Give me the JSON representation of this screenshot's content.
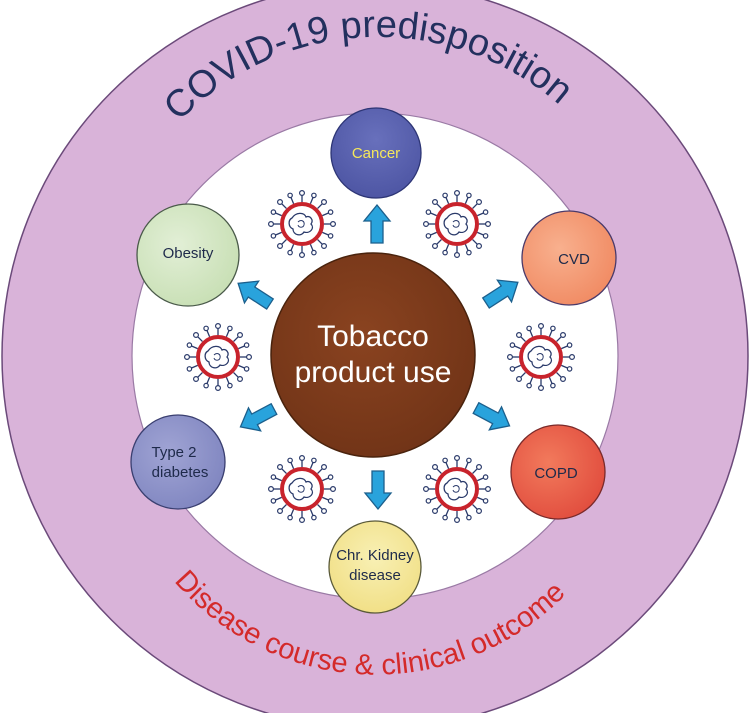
{
  "outer_ring": {
    "top_label": "COVID-19 predisposition",
    "bottom_label": "Disease course & clinical outcomes"
  },
  "center": {
    "line1": "Tobacco",
    "line2": "product use"
  },
  "nodes": {
    "cancer": {
      "line1": "Cancer"
    },
    "cvd": {
      "line1": "CVD"
    },
    "copd": {
      "line1": "COPD"
    },
    "ckd": {
      "line1": "Chr. Kidney",
      "line2": "disease"
    },
    "t2d": {
      "line1": "Type 2",
      "line2": "diabetes"
    },
    "obesity": {
      "line1": "Obesity"
    }
  },
  "colors": {
    "outer_ring": "#d9b3d9",
    "inner_disc": "#ffffff",
    "center": "#7b3a1a",
    "arrow": "#29a3dc",
    "virus": "#c8232c",
    "cancer": "#5a62b0",
    "cvd": "#f59a72",
    "copd": "#ea5a42",
    "ckd": "#f5e89a",
    "t2d": "#8e92c8",
    "obesity": "#d2e6c2"
  },
  "icons": [
    "coronavirus-icon",
    "arrow-icon"
  ]
}
